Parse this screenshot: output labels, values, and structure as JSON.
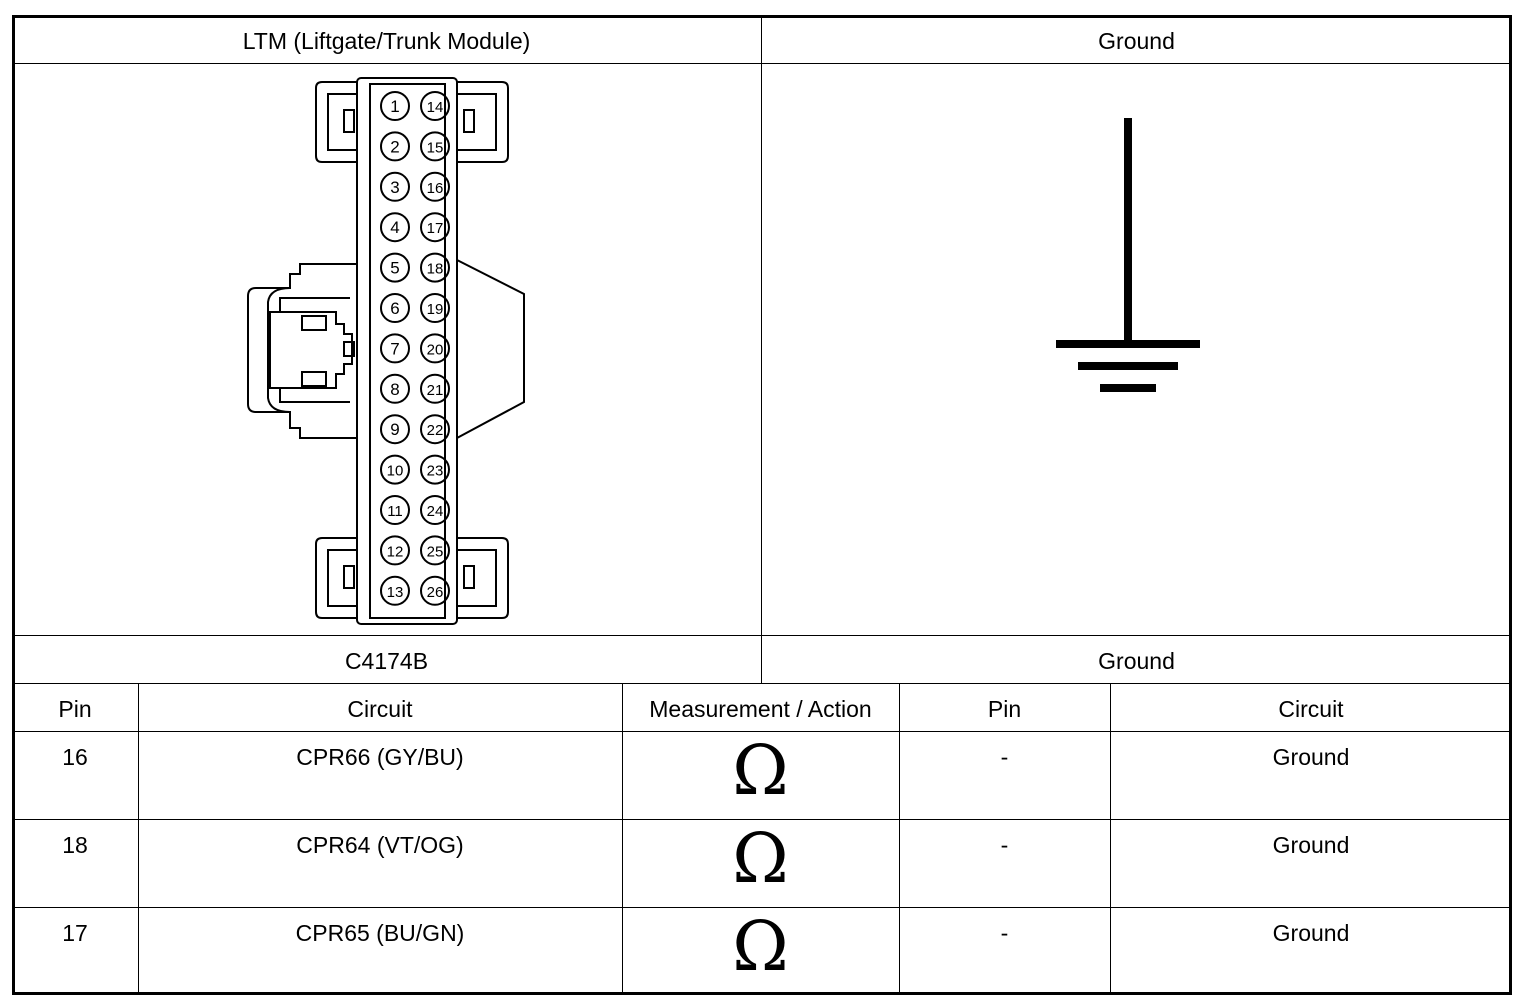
{
  "header": {
    "left_title": "LTM (Liftgate/Trunk Module)",
    "right_title": "Ground"
  },
  "connector": {
    "id": "C4174B",
    "pins_left": [
      "1",
      "2",
      "3",
      "4",
      "5",
      "6",
      "7",
      "8",
      "9",
      "10",
      "11",
      "12",
      "13"
    ],
    "pins_right": [
      "14",
      "15",
      "16",
      "17",
      "18",
      "19",
      "20",
      "21",
      "22",
      "23",
      "24",
      "25",
      "26"
    ]
  },
  "ground_label": "Ground",
  "table": {
    "headers": [
      "Pin",
      "Circuit",
      "Measurement / Action",
      "Pin",
      "Circuit"
    ],
    "rows": [
      {
        "pin": "16",
        "circuit": "CPR66 (GY/BU)",
        "measurement": "Ω",
        "pin2": "-",
        "circuit2": "Ground"
      },
      {
        "pin": "18",
        "circuit": "CPR64 (VT/OG)",
        "measurement": "Ω",
        "pin2": "-",
        "circuit2": "Ground"
      },
      {
        "pin": "17",
        "circuit": "CPR65 (BU/GN)",
        "measurement": "Ω",
        "pin2": "-",
        "circuit2": "Ground"
      }
    ]
  }
}
